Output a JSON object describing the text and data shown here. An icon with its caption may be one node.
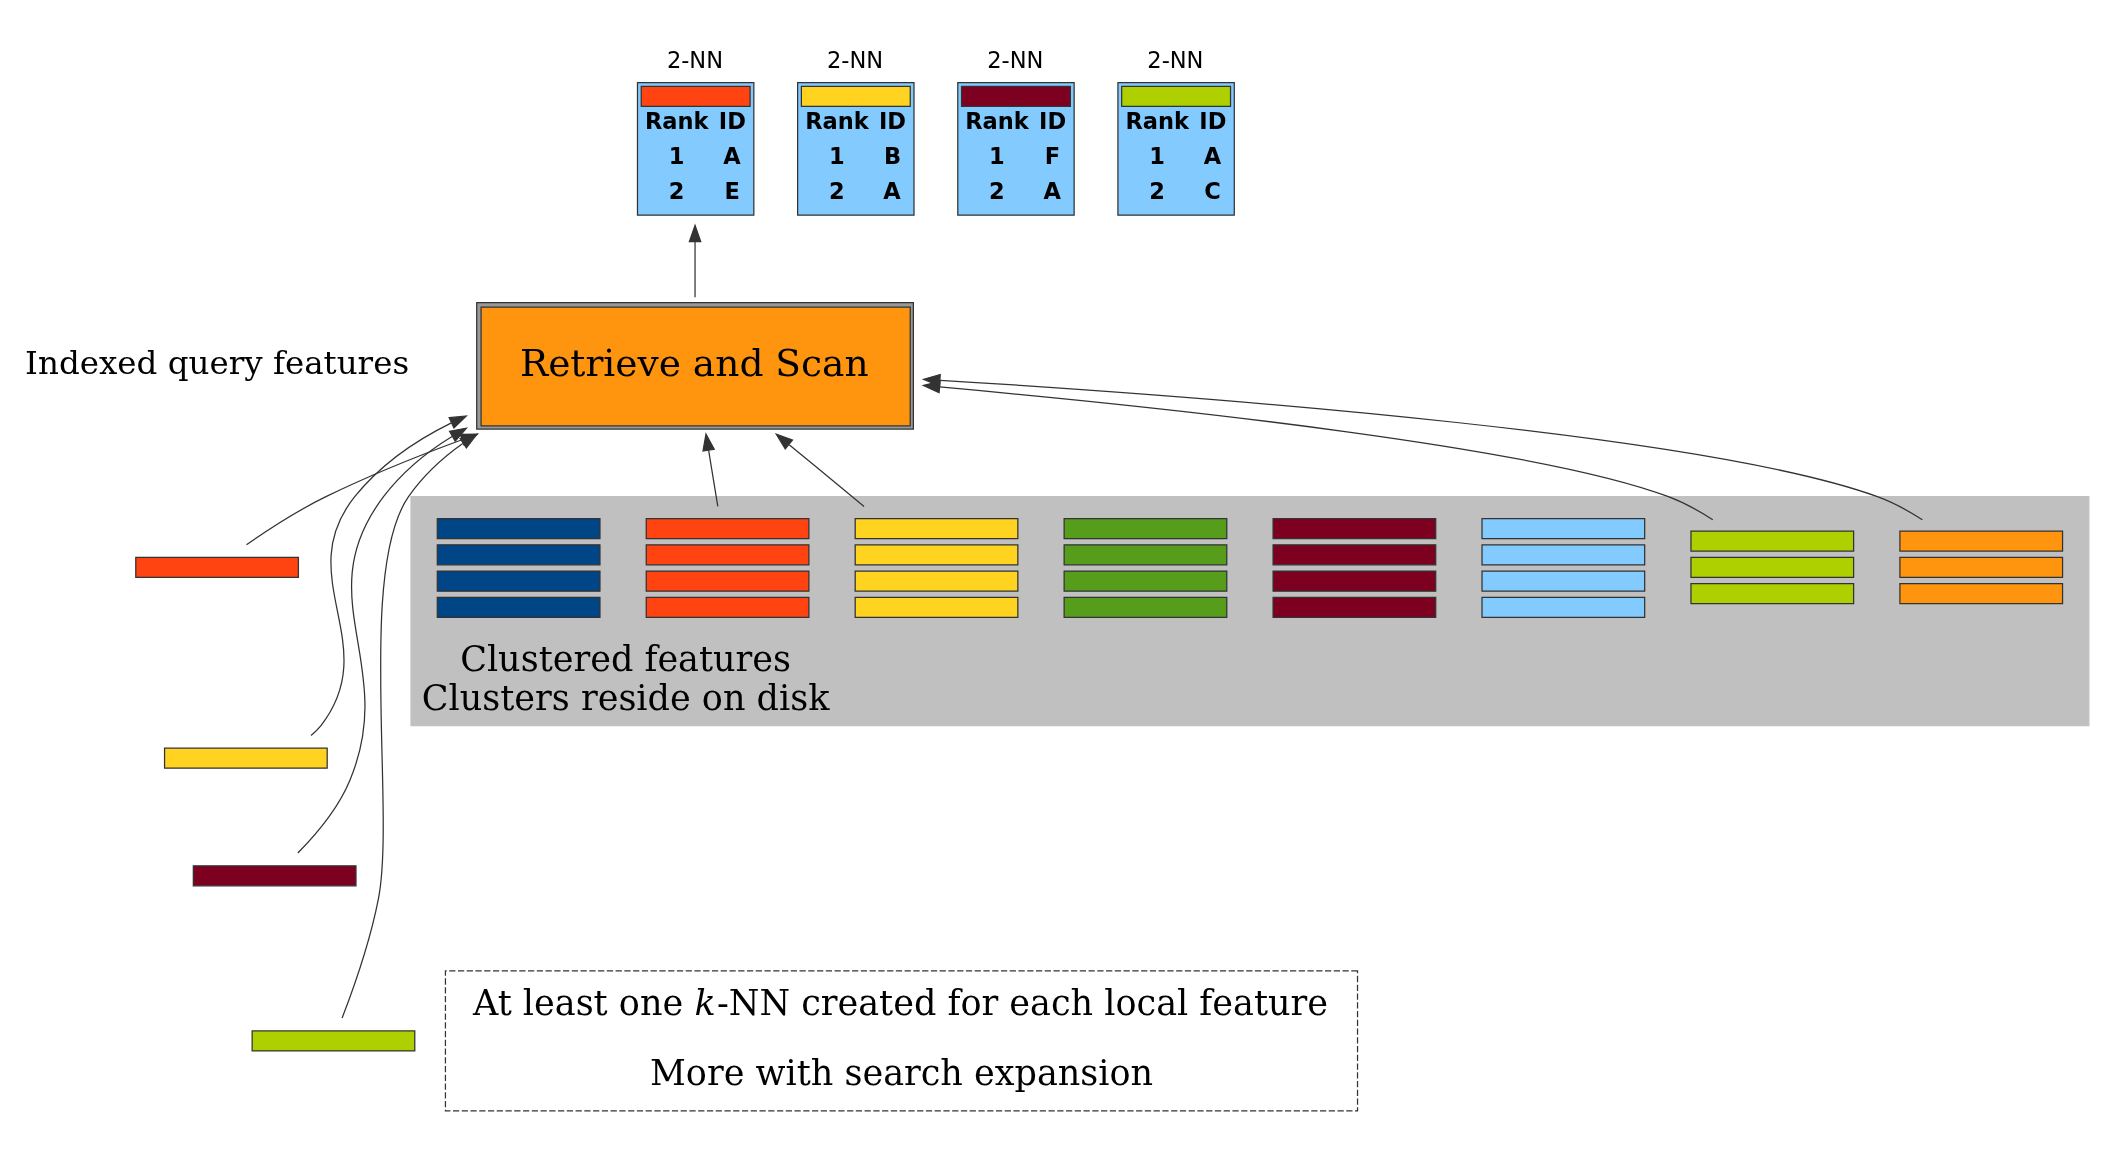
{
  "diagram": {
    "nodes": [
      {
        "text": [],
        "shape": "bar"
      },
      {
        "text": [],
        "shape": "bar"
      },
      {
        "text": [],
        "shape": "bar"
      },
      {
        "text": [],
        "shape": "bar"
      },
      {
        "text": [
          "Retrieve and Scan"
        ]
      },
      {
        "text": [
          "2-NN",
          "Rank",
          "ID",
          "1",
          "A",
          "2",
          "E"
        ]
      },
      {
        "text": [
          "2-NN",
          "Rank",
          "ID",
          "1",
          "B",
          "2",
          "A"
        ]
      },
      {
        "text": [
          "2-NN",
          "Rank",
          "ID",
          "1",
          "F",
          "2",
          "A"
        ]
      },
      {
        "text": [
          "2-NN",
          "Rank",
          "ID",
          "1",
          "A",
          "2",
          "C"
        ]
      },
      {
        "text": [
          "At least one *k*-NN created for each local feature",
          "More with search expansion"
        ]
      },
      {
        "text": [
          "Clustered features",
          "Clusters reside on disk"
        ]
      },
      {
        "text": [],
        "shape": "bar",
        "in": 10
      },
      {
        "text": [],
        "shape": "bar",
        "in": 10
      },
      {
        "text": [],
        "shape": "bar",
        "in": 10
      },
      {
        "text": [],
        "shape": "bar",
        "in": 10
      },
      {
        "text": [],
        "shape": "bar",
        "in": 10
      },
      {
        "text": [],
        "shape": "bar",
        "in": 10
      },
      {
        "text": [],
        "shape": "bar",
        "in": 10
      },
      {
        "text": [],
        "shape": "bar",
        "in": 10
      }
    ],
    "edges": [
      {
        "from": 0,
        "to": 4,
        "arrow": "to"
      },
      {
        "from": 1,
        "to": 4,
        "arrow": "to"
      },
      {
        "from": 2,
        "to": 4,
        "arrow": "to"
      },
      {
        "from": 3,
        "to": 4,
        "arrow": "to"
      },
      {
        "from": 4,
        "to": 5,
        "arrow": "to"
      },
      {
        "from": 12,
        "to": 4,
        "arrow": "to"
      },
      {
        "from": 13,
        "to": 4,
        "arrow": "to"
      },
      {
        "from": 17,
        "to": 4,
        "arrow": "to"
      },
      {
        "from": 18,
        "to": 4,
        "arrow": "to"
      }
    ],
    "labels": [
      "Indexed query features"
    ]
  }
}
